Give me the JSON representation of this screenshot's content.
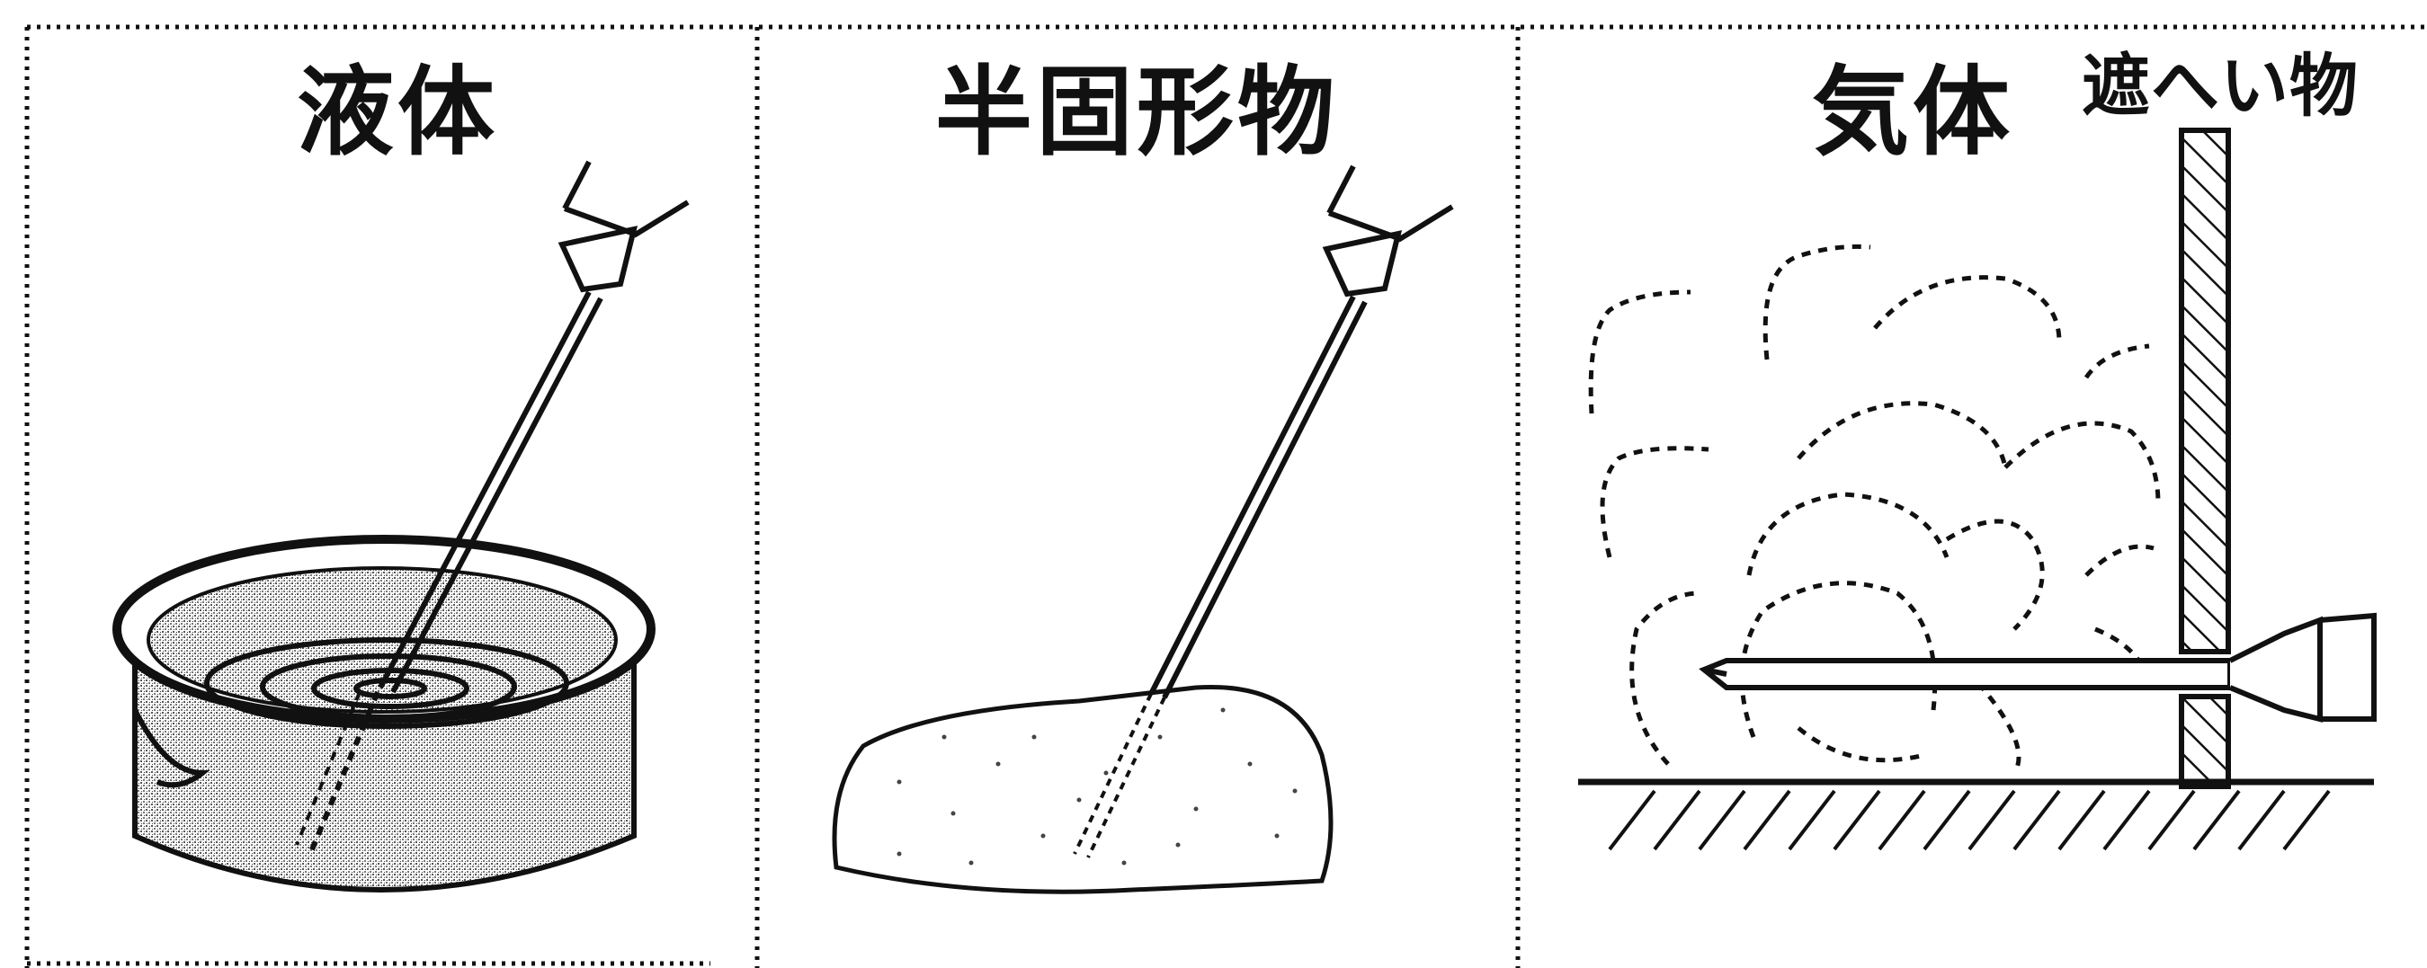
{
  "panels": {
    "liquid": {
      "title": "液体"
    },
    "semi_solid": {
      "title": "半固形物"
    },
    "gas": {
      "title": "気体",
      "obstacle_label": "遮へい物"
    }
  },
  "colors": {
    "ink": "#111111",
    "stipple": "#9a9a9a",
    "background": "#ffffff"
  },
  "icons": [
    "thermometer-probe-icon",
    "beaker-icon",
    "semi-solid-mound-icon",
    "gas-cloud-icon",
    "shield-wall-icon",
    "ground-hatch-icon"
  ]
}
